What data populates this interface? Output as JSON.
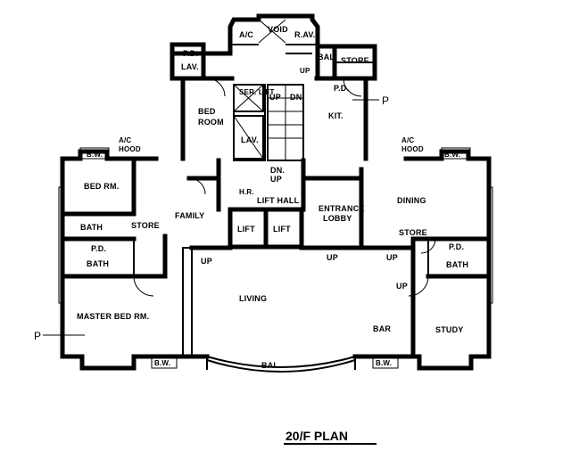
{
  "plan": {
    "title": "20/F  PLAN",
    "rooms": {
      "ac_top": "A/C",
      "void": "VOID",
      "rav": "R.AV.",
      "pd_top": "P.D.",
      "lav": "LAV.",
      "bal_top": "BAL.",
      "store_top": "STORE",
      "up_small": "UP",
      "pd_kit": "P.D.",
      "ser_lift": "SER. LIFT",
      "up_stair": "UP",
      "dn_stair": "DN.",
      "bed_room_1": "BED",
      "bed_room_2": "ROOM",
      "kit": "KIT.",
      "lav_mid": "LAV.",
      "ac_hood_left_1": "A/C",
      "ac_hood_left_2": "HOOD",
      "bw_left": "B.W.",
      "ac_hood_right_1": "A/C",
      "ac_hood_right_2": "HOOD",
      "bw_right": "B.W.",
      "dn_lower": "DN.",
      "up_lower": "UP",
      "hr": "H.R.",
      "lift_hall": "LIFT  HALL",
      "entrance_1": "ENTRANCE",
      "entrance_2": "LOBBY",
      "bed_rm": "BED  RM.",
      "bath_1": "BATH",
      "store_mid": "STORE",
      "family": "FAMILY",
      "lift_1": "LIFT",
      "lift_2": "LIFT",
      "dining": "DINING",
      "store_right": "STORE",
      "pd_right": "P.D.",
      "bath_right": "BATH",
      "pd_left": "P.D.",
      "bath_2": "BATH",
      "up_left": "UP",
      "up_center": "UP",
      "up_right": "UP",
      "up_study": "UP",
      "living": "LIVING",
      "master": "MASTER   BED  RM.",
      "bar": "BAR",
      "study": "STUDY",
      "bw_bottom_left": "B.W.",
      "bal_bottom": "BAL.",
      "bw_bottom_right": "B.W.",
      "p_left": "P",
      "p_right": "P"
    }
  }
}
